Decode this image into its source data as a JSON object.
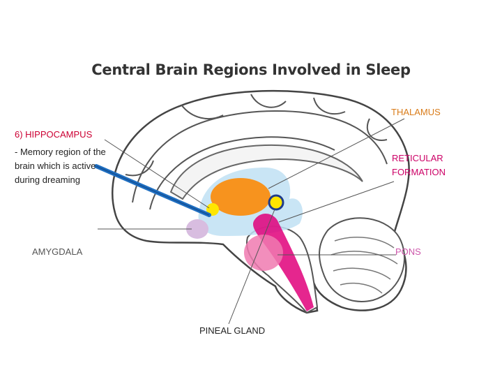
{
  "title": "Central Brain Regions Involved in Sleep",
  "labels": {
    "thalamus": "THALAMUS",
    "hippocampus": "6) HIPPOCAMPUS",
    "hippocampus_description": "- Memory region of the brain which is active during dreaming",
    "reticular_formation": "RETICULAR FORMATION",
    "amygdala": "AMYGDALA",
    "pons": "PONS",
    "pineal_gland": "PINEAL GLAND"
  },
  "colors": {
    "thalamus": "#f7931e",
    "hippocampus": "#ffe600",
    "reticular_formation": "#e0007a",
    "pons": "#f07ab0",
    "amygdala": "#d8bde0",
    "ventricle": "#bfe0f3",
    "pointer": "#1f6fc1"
  }
}
